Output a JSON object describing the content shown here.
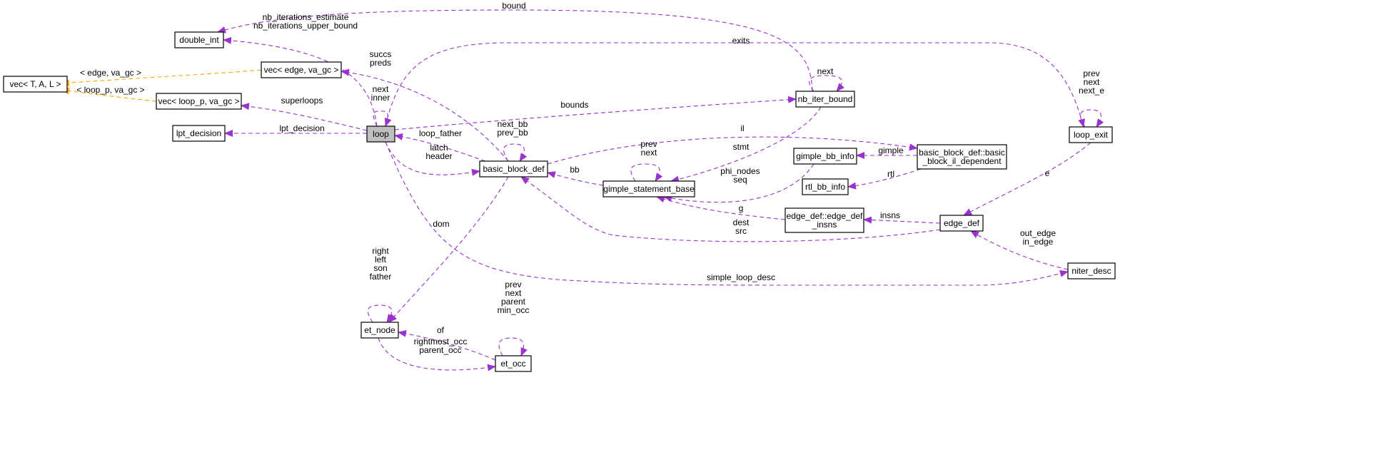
{
  "colors": {
    "member_edge": "#9a32cd",
    "template_edge": "#ffa500",
    "focus_fill": "#bfbfbf"
  },
  "nodes": [
    {
      "id": "vecTAL",
      "label": "vec< T, A, L >"
    },
    {
      "id": "double_int",
      "label": "double_int"
    },
    {
      "id": "vec_edge",
      "label": "vec< edge, va_gc >"
    },
    {
      "id": "vec_loop",
      "label": "vec< loop_p, va_gc >"
    },
    {
      "id": "lpt",
      "label": "lpt_decision"
    },
    {
      "id": "loop",
      "label": "loop"
    },
    {
      "id": "bbd",
      "label": "basic_block_def"
    },
    {
      "id": "gsb",
      "label": "gimple_statement_base"
    },
    {
      "id": "nib",
      "label": "nb_iter_bound"
    },
    {
      "id": "gbi",
      "label": "gimple_bb_info"
    },
    {
      "id": "bbil",
      "label": "basic_block_def::basic\n_block_il_dependent"
    },
    {
      "id": "rtl",
      "label": "rtl_bb_info"
    },
    {
      "id": "edi",
      "label": "edge_def::edge_def\n_insns"
    },
    {
      "id": "edge_def",
      "label": "edge_def"
    },
    {
      "id": "loop_exit",
      "label": "loop_exit"
    },
    {
      "id": "niter",
      "label": "niter_desc"
    },
    {
      "id": "et_node",
      "label": "et_node"
    },
    {
      "id": "et_occ",
      "label": "et_occ"
    }
  ],
  "edges": [
    {
      "id": "e_tal_edge",
      "label": "< edge, va_gc >",
      "kind": "template"
    },
    {
      "id": "e_tal_loop",
      "label": "< loop_p, va_gc >",
      "kind": "template"
    },
    {
      "id": "e_bound",
      "label": "bound",
      "kind": "member"
    },
    {
      "id": "e_nbest",
      "label": "nb_iterations_estimate\nnb_iterations_upper_bound",
      "kind": "member"
    },
    {
      "id": "e_exits",
      "label": "exits",
      "kind": "member"
    },
    {
      "id": "e_succs",
      "label": "succs\npreds",
      "kind": "member"
    },
    {
      "id": "e_nextinner",
      "label": "next\ninner",
      "kind": "member"
    },
    {
      "id": "e_superloops",
      "label": "superloops",
      "kind": "member"
    },
    {
      "id": "e_lpt",
      "label": "lpt_decision",
      "kind": "member"
    },
    {
      "id": "e_bounds",
      "label": "bounds",
      "kind": "member"
    },
    {
      "id": "e_nib_next",
      "label": "next",
      "kind": "member"
    },
    {
      "id": "e_loopfather",
      "label": "loop_father",
      "kind": "member"
    },
    {
      "id": "e_latch",
      "label": "latch\nheader",
      "kind": "member"
    },
    {
      "id": "e_nextbb",
      "label": "next_bb\nprev_bb",
      "kind": "member"
    },
    {
      "id": "e_il",
      "label": "il",
      "kind": "member"
    },
    {
      "id": "e_stmt",
      "label": "stmt",
      "kind": "member"
    },
    {
      "id": "e_bb",
      "label": "bb",
      "kind": "member"
    },
    {
      "id": "e_gsb_self",
      "label": "prev\nnext",
      "kind": "member"
    },
    {
      "id": "e_phi",
      "label": "phi_nodes\nseq",
      "kind": "member"
    },
    {
      "id": "e_gimple",
      "label": "gimple",
      "kind": "member"
    },
    {
      "id": "e_rtl",
      "label": "rtl",
      "kind": "member"
    },
    {
      "id": "e_g",
      "label": "g",
      "kind": "member"
    },
    {
      "id": "e_insns",
      "label": "insns",
      "kind": "member"
    },
    {
      "id": "e_destsrc",
      "label": "dest\nsrc",
      "kind": "member"
    },
    {
      "id": "e_e",
      "label": "e",
      "kind": "member"
    },
    {
      "id": "e_loopexit_self",
      "label": "prev\nnext\nnext_e",
      "kind": "member"
    },
    {
      "id": "e_outedge",
      "label": "out_edge\nin_edge",
      "kind": "member"
    },
    {
      "id": "e_simple",
      "label": "simple_loop_desc",
      "kind": "member"
    },
    {
      "id": "e_dom",
      "label": "dom",
      "kind": "member"
    },
    {
      "id": "e_etnode_self",
      "label": "right\nleft\nson\nfather",
      "kind": "member"
    },
    {
      "id": "e_of",
      "label": "of",
      "kind": "member"
    },
    {
      "id": "e_etocc_self",
      "label": "prev\nnext\nparent\nmin_occ",
      "kind": "member"
    },
    {
      "id": "e_rightmost",
      "label": "rightmost_occ\nparent_occ",
      "kind": "member"
    }
  ]
}
